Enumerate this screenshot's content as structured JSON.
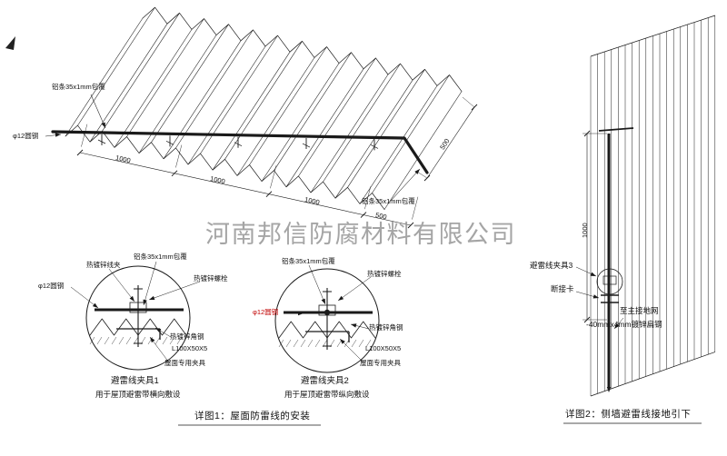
{
  "watermark": "河南邦信防腐材料有限公司",
  "colors": {
    "line": "#1a1a1a",
    "red": "#c00000",
    "watermark": "#8f8f8f"
  },
  "roof": {
    "label_strip_top": "铝条35x1mm包覆",
    "label_round_steel": "φ12圆钢",
    "label_strip_bottom": "铝条35x1mm包覆",
    "dims": [
      "1000",
      "1000",
      "1000",
      "500"
    ],
    "dim_right": "500"
  },
  "detail1": {
    "labels": {
      "clamp": "热镀锌线夹",
      "strip": "铝条35x1mm包覆",
      "bolt": "热镀锌螺栓",
      "round_steel": "φ12圆钢",
      "angle_steel": "热镀锌角钢",
      "angle_spec": "L100X50X5",
      "fixture": "屋面专用夹具"
    },
    "title": "避雷线夹具1",
    "subtitle": "用于屋顶避雷带横向敷设"
  },
  "detail2": {
    "labels": {
      "strip": "铝条35x1mm包覆",
      "bolt": "热镀锌螺栓",
      "round_steel": "φ12圆钢",
      "angle_steel": "热镀锌角钢",
      "angle_spec": "L100X50X5",
      "fixture": "屋面专用夹具"
    },
    "title": "避雷线夹具2",
    "subtitle": "用于屋顶避雷带纵向敷设"
  },
  "wall": {
    "dim": "1000",
    "label_clamp3": "避雷线夹具3",
    "label_disconnect": "断接卡",
    "label_to_ground": "至主接地网",
    "label_flat_steel": "-40mmx4mm镀锌扁钢"
  },
  "captions": {
    "detail1": "详图1：屋面防雷线的安装",
    "detail2": "详图2：侧墙避雷线接地引下"
  }
}
